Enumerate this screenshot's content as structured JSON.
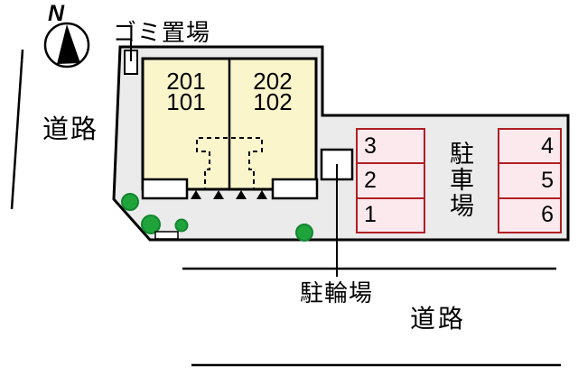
{
  "diagram_type": "property-site-plan",
  "compass": {
    "label": "N"
  },
  "labels": {
    "garbage_area": "ゴミ置場",
    "road_left": "道路",
    "road_bottom": "道路",
    "bicycle_parking": "駐輪場",
    "parking_lot_vertical": "駐車場"
  },
  "building": {
    "units": [
      {
        "upper": "201",
        "lower": "101"
      },
      {
        "upper": "202",
        "lower": "102"
      }
    ]
  },
  "parking": {
    "left_column_spaces": [
      "3",
      "2",
      "1"
    ],
    "right_column_spaces": [
      "4",
      "5",
      "6"
    ]
  },
  "colors": {
    "plot_bg": "#ebebeb",
    "building_fill": "#fbf5cb",
    "parking_fill": "#fbe9ee",
    "parking_border": "#b01f24",
    "tree_fill": "#1fa43c",
    "tree_stroke": "#12862f",
    "line": "#000000",
    "white": "#ffffff"
  }
}
